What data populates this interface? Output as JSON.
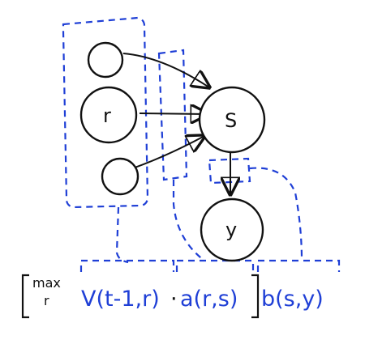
{
  "nodes": {
    "r": "r",
    "s": "S",
    "y": "y"
  },
  "formula": {
    "max_top": "max",
    "max_sub": "r",
    "v_term": "V(t-1,r)",
    "dot": "·",
    "a_term": "a(r,s)",
    "b_term": "b(s,y)"
  },
  "colors": {
    "ink": "#111111",
    "blue": "#1f3fd6"
  }
}
